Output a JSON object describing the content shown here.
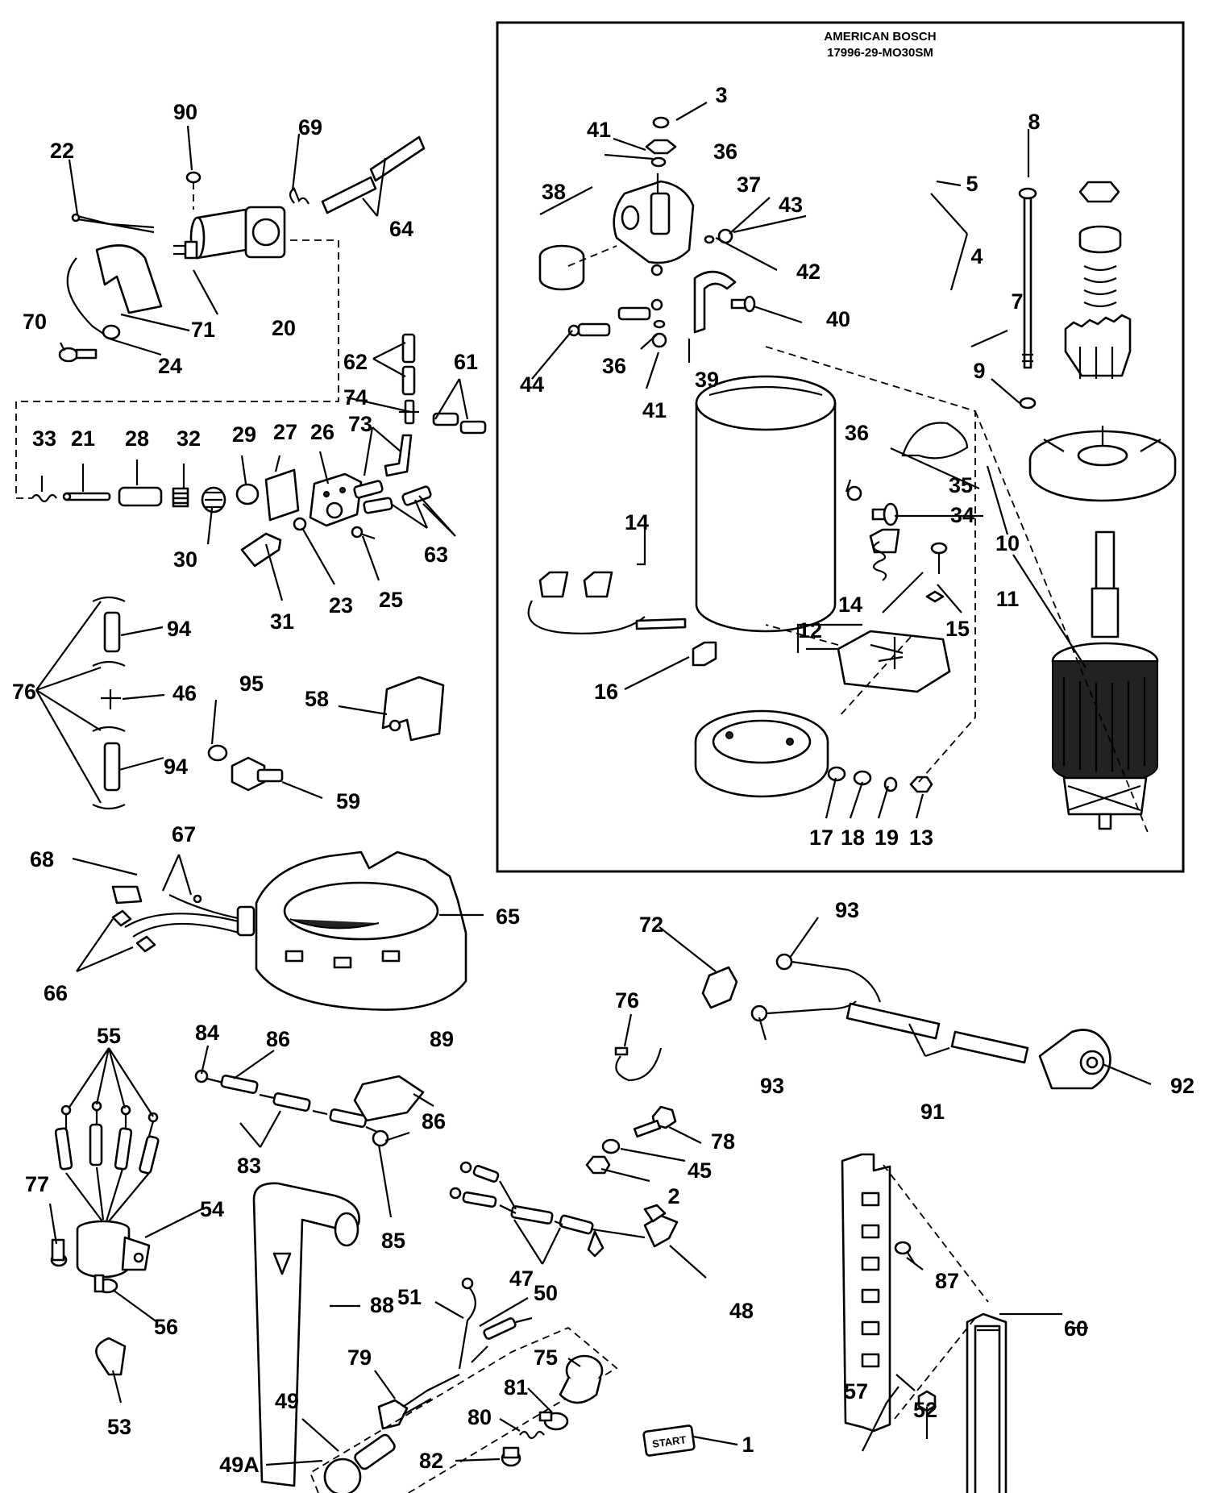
{
  "starter_box": {
    "title_line1": "AMERICAN BOSCH",
    "title_line2": "17996-29-MO30SM"
  },
  "start_button_label": "START",
  "callouts": {
    "c1": "1",
    "c2": "2",
    "c3": "3",
    "c4": "4",
    "c5": "5",
    "c7": "7",
    "c8": "8",
    "c9": "9",
    "c10": "10",
    "c11": "11",
    "c12": "12",
    "c13": "13",
    "c14a": "14",
    "c14b": "14",
    "c15": "15",
    "c16": "16",
    "c17": "17",
    "c18": "18",
    "c19": "19",
    "c20": "20",
    "c21": "21",
    "c22": "22",
    "c23": "23",
    "c24": "24",
    "c25": "25",
    "c26": "26",
    "c27": "27",
    "c28": "28",
    "c29": "29",
    "c30": "30",
    "c31": "31",
    "c32": "32",
    "c33": "33",
    "c34": "34",
    "c35": "35",
    "c36a": "36",
    "c36b": "36",
    "c36c": "36",
    "c37": "37",
    "c38": "38",
    "c39": "39",
    "c40": "40",
    "c41a": "41",
    "c41b": "41",
    "c42": "42",
    "c43": "43",
    "c44": "44",
    "c45": "45",
    "c46": "46",
    "c47": "47",
    "c48": "48",
    "c49": "49",
    "c49a": "49A",
    "c50": "50",
    "c51": "51",
    "c52": "52",
    "c53": "53",
    "c54": "54",
    "c55": "55",
    "c56": "56",
    "c57": "57",
    "c58": "58",
    "c59": "59",
    "c60": "60",
    "c61": "61",
    "c62": "62",
    "c63": "63",
    "c64": "64",
    "c65": "65",
    "c66": "66",
    "c67": "67",
    "c68": "68",
    "c69": "69",
    "c70": "70",
    "c71": "71",
    "c72": "72",
    "c73": "73",
    "c74": "74",
    "c75": "75",
    "c76a": "76",
    "c76b": "76",
    "c77": "77",
    "c78": "78",
    "c79": "79",
    "c80": "80",
    "c81": "81",
    "c82": "82",
    "c83": "83",
    "c84": "84",
    "c85": "85",
    "c86a": "86",
    "c86b": "86",
    "c87": "87",
    "c88": "88",
    "c89": "89",
    "c90": "90",
    "c91": "91",
    "c92": "92",
    "c93a": "93",
    "c93b": "93",
    "c94a": "94",
    "c94b": "94",
    "c95": "95"
  }
}
